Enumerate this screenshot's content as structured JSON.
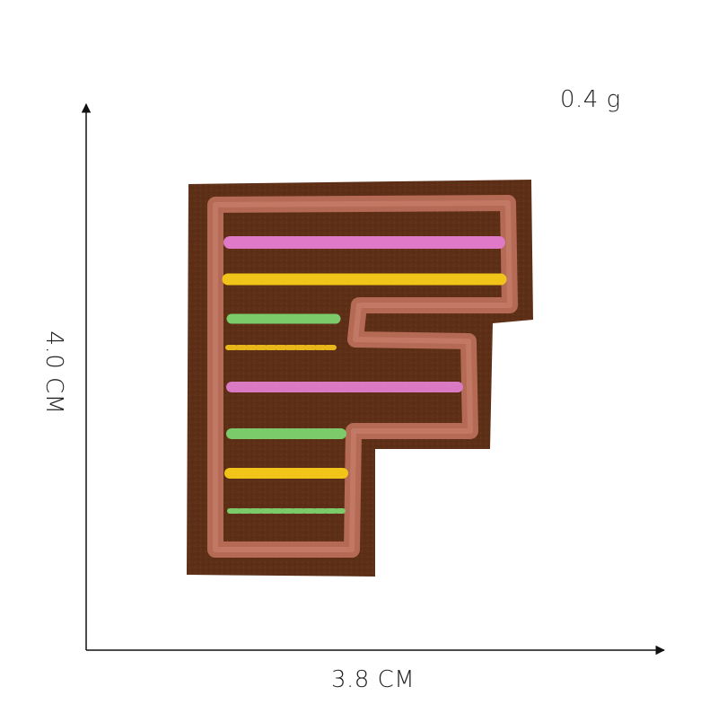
{
  "weight": "0.4 g",
  "width": "3.8 CM",
  "height": "4.0 CM",
  "patch": {
    "letter": "F",
    "felt_color": "#5e2f17",
    "border_color": "#b46a55",
    "stripe_colors": [
      "#e07ac8",
      "#f0c419",
      "#7ccb6b",
      "#e8b81a",
      "#d97ac2",
      "#7ccb6b",
      "#f0c419",
      "#7ccb6b"
    ]
  }
}
